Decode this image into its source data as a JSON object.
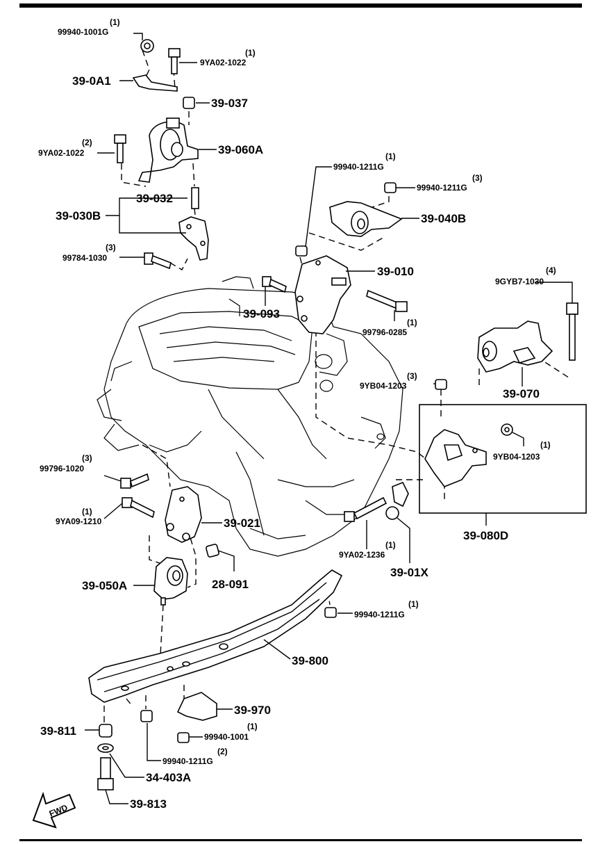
{
  "labels": {
    "p01": {
      "code": "99940-1001G",
      "qty": "(1)"
    },
    "p02": {
      "code": "9YA02-1022",
      "qty": "(1)"
    },
    "p03": {
      "code": "39-0A1"
    },
    "p04": {
      "code": "39-037"
    },
    "p05": {
      "code": "9YA02-1022",
      "qty": "(2)"
    },
    "p06": {
      "code": "39-060A"
    },
    "p07": {
      "code": "39-032"
    },
    "p08": {
      "code": "39-030B"
    },
    "p09": {
      "code": "99784-1030",
      "qty": "(3)"
    },
    "p10": {
      "code": "99940-1211G",
      "qty": "(1)"
    },
    "p11": {
      "code": "99940-1211G",
      "qty": "(3)"
    },
    "p12": {
      "code": "39-040B"
    },
    "p13": {
      "code": "39-010"
    },
    "p14": {
      "code": "39-093"
    },
    "p15": {
      "code": "99796-0285",
      "qty": "(1)"
    },
    "p16": {
      "code": "9GYB7-1030",
      "qty": "(4)"
    },
    "p17": {
      "code": "9YB04-1203",
      "qty": "(3)"
    },
    "p18": {
      "code": "39-070"
    },
    "p19": {
      "code": "9YB04-1203",
      "qty": "(1)"
    },
    "p20": {
      "code": "99796-1020",
      "qty": "(3)"
    },
    "p21": {
      "code": "9YA09-1210",
      "qty": "(1)"
    },
    "p22": {
      "code": "39-021"
    },
    "p23": {
      "code": "39-080D"
    },
    "p24": {
      "code": "9YA02-1236",
      "qty": "(1)"
    },
    "p25": {
      "code": "39-050A"
    },
    "p26": {
      "code": "28-091"
    },
    "p27": {
      "code": "39-01X"
    },
    "p28": {
      "code": "99940-1211G",
      "qty": "(1)"
    },
    "p29": {
      "code": "39-800"
    },
    "p30": {
      "code": "39-970"
    },
    "p31": {
      "code": "39-811"
    },
    "p32": {
      "code": "99940-1001",
      "qty": "(1)"
    },
    "p33": {
      "code": "99940-1211G",
      "qty": "(2)"
    },
    "p34": {
      "code": "34-403A"
    },
    "p35": {
      "code": "39-813"
    }
  },
  "fwd_arrow": {
    "text": "FWD"
  }
}
